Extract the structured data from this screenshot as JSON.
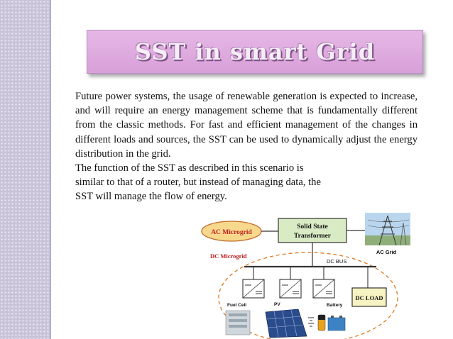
{
  "slide": {
    "title": "SST in smart Grid",
    "paragraph": "Future power systems, the usage of renewable generation is expected to increase, and will require an energy management scheme that is fundamentally different from the classic methods. For fast and efficient management of the changes in different loads and sources, the SST can be used to dynamically adjust the energy distribution in the grid.",
    "lines": [
      "The function of the SST as described in this scenario is",
      "similar to that of a router, but instead of managing data, the",
      "SST will manage the flow of energy."
    ]
  },
  "diagram": {
    "ac_microgrid": "AC Microgrid",
    "sst_line1": "Solid State",
    "sst_line2": "Transformer",
    "ac_grid": "AC Grid",
    "dc_microgrid": "DC Microgrid",
    "dc_bus": "DC BUS",
    "dc_load": "DC LOAD",
    "fuel_cell": "Fuel Cell",
    "pv": "PV",
    "battery": "Battery"
  },
  "colors": {
    "title_fill": "#dca8dc",
    "band": "#c9c3d9",
    "sst_box": "#d9ebc4",
    "dc_load_box": "#f7f3c2",
    "label_red": "#c0201f",
    "dash_orange": "#e0802c"
  }
}
